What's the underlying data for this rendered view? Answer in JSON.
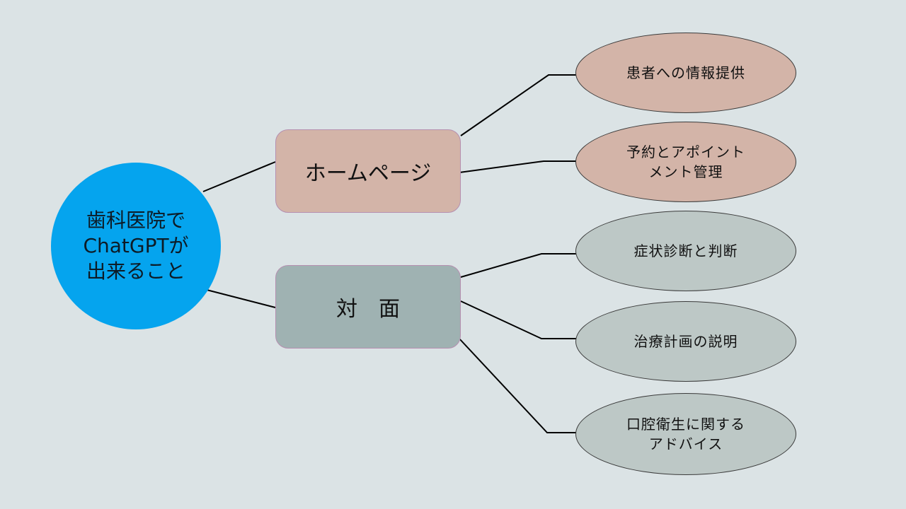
{
  "diagram": {
    "root": {
      "lines": [
        "歯科医院で",
        "ChatGPTが",
        "出来ること"
      ]
    },
    "branches": [
      {
        "label": "ホームページ",
        "leaves": [
          {
            "lines": [
              "患者への情報提供"
            ]
          },
          {
            "lines": [
              "予約とアポイント",
              "メント管理"
            ]
          }
        ]
      },
      {
        "label": "対　面",
        "leaves": [
          {
            "lines": [
              "症状診断と判断"
            ]
          },
          {
            "lines": [
              "治療計画の説明"
            ]
          },
          {
            "lines": [
              "口腔衛生に関する",
              "アドバイス"
            ]
          }
        ]
      }
    ],
    "colors": {
      "background": "#dbe3e5",
      "root": "#05a4ee",
      "homepage": "#d3b4a8",
      "in_person_branch": "#9fb2b2",
      "in_person_leaf": "#bdc8c6",
      "connector": "#000000"
    }
  }
}
